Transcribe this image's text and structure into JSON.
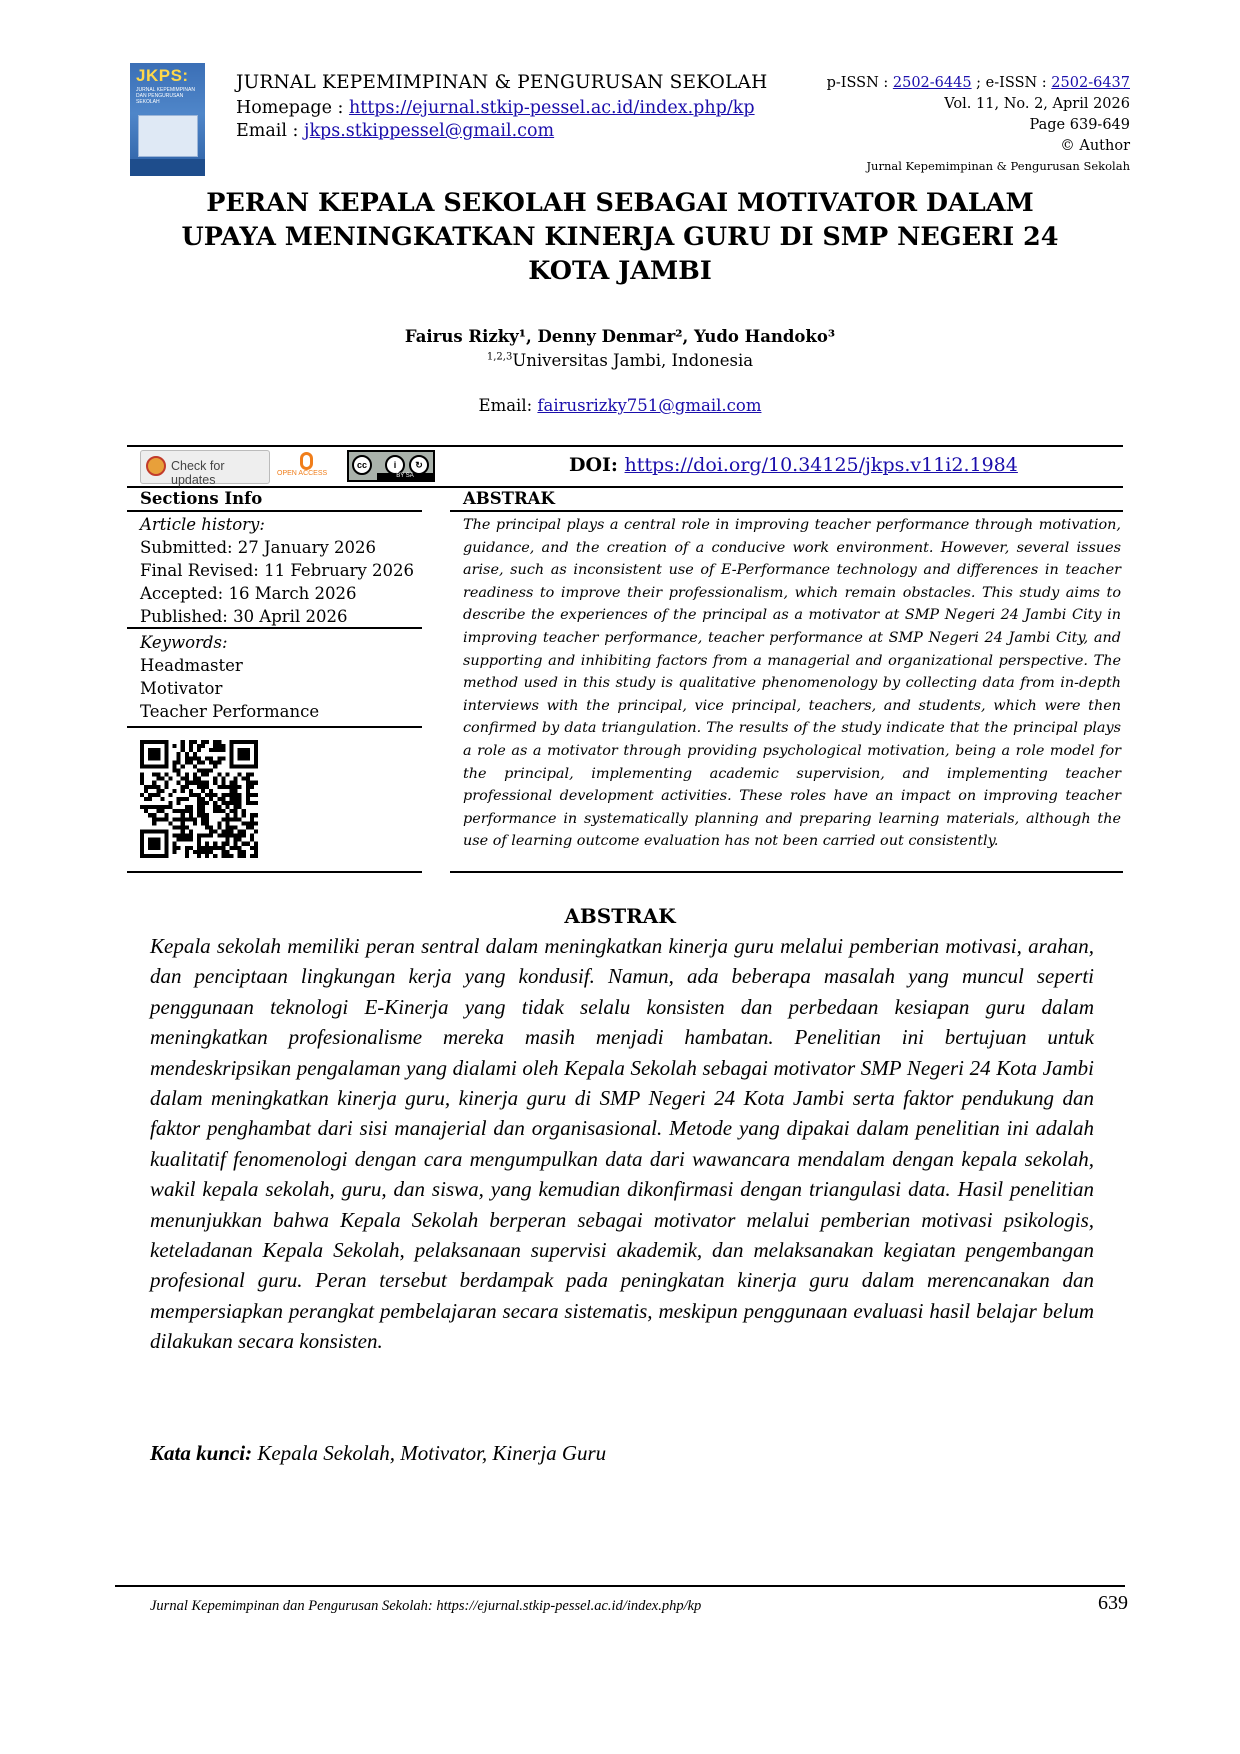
{
  "header": {
    "logo_text": "JKPS:",
    "logo_subtitle": "JURNAL KEPEMIMPINAN DAN PENGURUSAN SEKOLAH",
    "journal": "JURNAL KEPEMIMPINAN & PENGURUSAN SEKOLAH",
    "homepage_label": "Homepage : ",
    "homepage_url": "https://ejurnal.stkip-pessel.ac.id/index.php/kp",
    "email_label": "Email : ",
    "email": "jkps.stkippessel@gmail.com",
    "pissn_label": "p-ISSN : ",
    "pissn": "2502-6445",
    "eissn_label": " ; e-ISSN : ",
    "eissn": "2502-6437",
    "volume": "Vol. 11, No. 2, April 2026",
    "pages": "Page 639-649",
    "copyright": "© Author",
    "journal_small": "Jurnal Kepemimpinan & Pengurusan Sekolah"
  },
  "title_lines": [
    "PERAN KEPALA SEKOLAH SEBAGAI MOTIVATOR DALAM",
    "UPAYA MENINGKATKAN KINERJA GURU DI SMP NEGERI 24",
    "KOTA JAMBI"
  ],
  "authors": "Fairus Rizky¹, Denny Denmar², Yudo Handoko³",
  "affiliation_sup": "1,2,3",
  "affiliation": "Universitas Jambi, Indonesia",
  "email_label": "Email: ",
  "email": "fairusrizky751@gmail.com",
  "badges": {
    "check_updates": "Check for updates",
    "open_access": "OPEN ACCESS",
    "cc": "BY SA"
  },
  "doi_label": "DOI: ",
  "doi_url": "https://doi.org/10.34125/jkps.v11i2.1984",
  "sections_info": "Sections Info",
  "article_history_label": "Article history:",
  "history": [
    "Submitted: 27 January 2026",
    "Final Revised: 11 February 2026",
    "Accepted: 16 March 2026",
    "Published: 30 April 2026"
  ],
  "keywords_label": "Keywords:",
  "keywords": [
    "Headmaster",
    "Motivator",
    "Teacher Performance"
  ],
  "abstract_en_heading": "ABSTRAK",
  "abstract_en": "The principal plays a central role in improving teacher performance through motivation, guidance, and the creation of a conducive work environment. However, several issues arise, such as inconsistent use of E-Performance technology and differences in teacher readiness to improve their professionalism, which remain obstacles. This study aims to describe the experiences of the principal as a motivator at SMP Negeri 24 Jambi City in improving teacher performance, teacher performance at SMP Negeri 24 Jambi City, and supporting and inhibiting factors from a managerial and organizational perspective. The method used in this study is qualitative phenomenology by collecting data from in-depth interviews with the principal, vice principal, teachers, and students, which were then confirmed by data triangulation. The results of the study indicate that the principal plays a role as a motivator through providing psychological motivation, being a role model for the principal, implementing academic supervision, and implementing teacher professional development activities. These roles have an impact on improving teacher performance in systematically planning and preparing learning materials, although the use of learning outcome evaluation has not been carried out consistently.",
  "abstract_id_heading": "ABSTRAK",
  "abstract_id": "Kepala sekolah memiliki peran sentral dalam meningkatkan kinerja guru melalui pemberian motivasi, arahan, dan penciptaan lingkungan kerja yang kondusif. Namun, ada beberapa masalah yang muncul seperti penggunaan teknologi E-Kinerja yang tidak selalu konsisten dan perbedaan kesiapan guru dalam meningkatkan profesionalisme mereka masih menjadi hambatan. Penelitian ini bertujuan untuk mendeskripsikan pengalaman yang dialami oleh Kepala Sekolah sebagai motivator SMP Negeri 24 Kota Jambi dalam meningkatkan kinerja guru, kinerja guru di SMP Negeri 24 Kota Jambi serta faktor pendukung dan faktor penghambat dari sisi manajerial dan organisasional. Metode yang dipakai dalam penelitian ini adalah kualitatif fenomenologi dengan cara mengumpulkan data dari wawancara mendalam dengan kepala sekolah, wakil kepala sekolah, guru, dan siswa, yang kemudian dikonfirmasi dengan triangulasi data. Hasil penelitian menunjukkan bahwa Kepala Sekolah berperan sebagai motivator melalui pemberian motivasi psikologis, keteladanan Kepala Sekolah, pelaksanaan supervisi akademik, dan melaksanakan kegiatan pengembangan profesional guru. Peran tersebut berdampak pada peningkatan kinerja guru dalam merencanakan dan mempersiapkan perangkat pembelajaran secara sistematis, meskipun penggunaan evaluasi hasil belajar belum dilakukan secara konsisten.",
  "kata_kunci_label": "Kata kunci:",
  "kata_kunci": " Kepala Sekolah, Motivator, Kinerja Guru",
  "footer": {
    "text": "Jurnal Kepemimpinan dan Pengurusan Sekolah: https://ejurnal.stkip-pessel.ac.id/index.php/kp",
    "page_number": "639"
  }
}
